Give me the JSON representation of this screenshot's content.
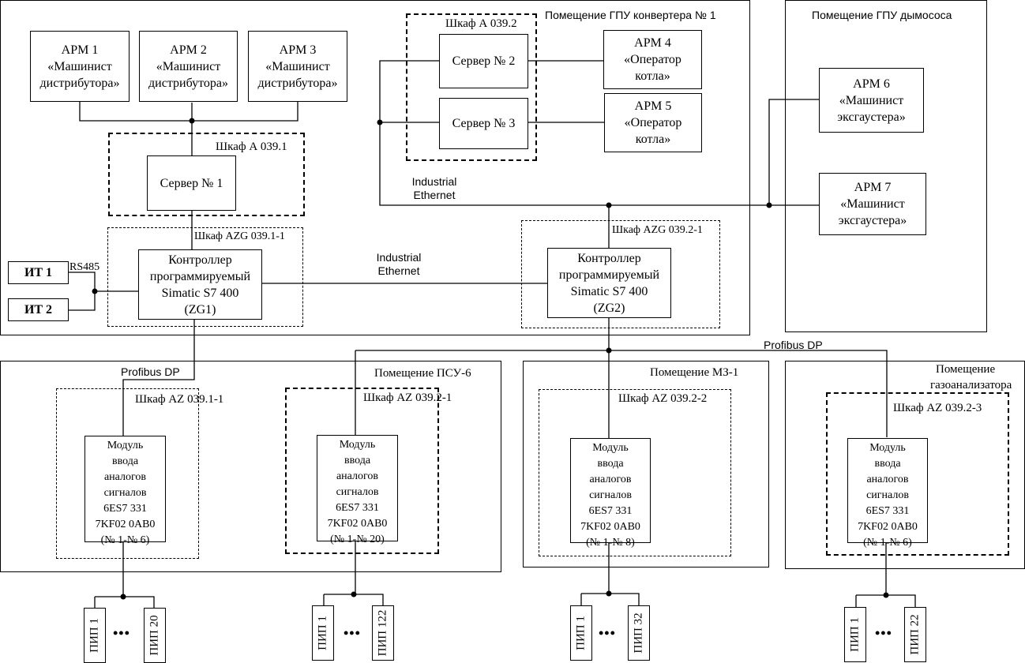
{
  "rooms": {
    "gpu_converter": "Помещение ГПУ конвертера № 1",
    "gpu_smoke": "Помещение ГПУ дымососа",
    "psu6": "Помещение ПСУ-6",
    "mz1": "Помещение МЗ-1",
    "gas_line1": "Помещение",
    "gas_line2": "газоанализатора"
  },
  "cabinets": {
    "a0391": "Шкаф А 039.1",
    "a0392": "Шкаф А 039.2",
    "azg0391": "Шкаф AZG 039.1-1",
    "azg0392": "Шкаф AZG 039.2-1",
    "az03911": "Шкаф AZ 039.1-1",
    "az03921": "Шкаф AZ 039.2-1",
    "az03922": "Шкаф AZ 039.2-2",
    "az03923": "Шкаф AZ 039.2-3"
  },
  "arm": [
    {
      "name": "АРМ 1",
      "role1": "«Машинист",
      "role2": "дистрибутора»"
    },
    {
      "name": "АРМ 2",
      "role1": "«Машинист",
      "role2": "дистрибутора»"
    },
    {
      "name": "АРМ 3",
      "role1": "«Машинист",
      "role2": "дистрибутора»"
    },
    {
      "name": "АРМ 4",
      "role1": "«Оператор",
      "role2": "котла»"
    },
    {
      "name": "АРМ 5",
      "role1": "«Оператор",
      "role2": "котла»"
    },
    {
      "name": "АРМ 6",
      "role1": "«Машинист",
      "role2": "эксгаустера»"
    },
    {
      "name": "АРМ 7",
      "role1": "«Машинист",
      "role2": "эксгаустера»"
    }
  ],
  "servers": [
    "Сервер № 1",
    "Сервер № 2",
    "Сервер № 3"
  ],
  "controllers": [
    {
      "l1": "Контроллер",
      "l2": "программируемый",
      "l3": "Simatic S7 400",
      "l4": "(ZG1)"
    },
    {
      "l1": "Контроллер",
      "l2": "программируемый",
      "l3": "Simatic S7 400",
      "l4": "(ZG2)"
    }
  ],
  "it": [
    "ИТ 1",
    "ИТ 2"
  ],
  "modules": [
    {
      "l1": "Модуль",
      "l2": "ввода",
      "l3": "аналогов",
      "l4": "сигналов",
      "l5": "6ES7 331",
      "l6": "7KF02 0AB0",
      "l7": "(№ 1-№ 6)"
    },
    {
      "l1": "Модуль",
      "l2": "ввода",
      "l3": "аналогов",
      "l4": "сигналов",
      "l5": "6ES7 331",
      "l6": "7KF02 0AB0",
      "l7": "(№ 1-№ 20)"
    },
    {
      "l1": "Модуль",
      "l2": "ввода",
      "l3": "аналогов",
      "l4": "сигналов",
      "l5": "6ES7 331",
      "l6": "7KF02 0AB0",
      "l7": "(№ 1-№ 8)"
    },
    {
      "l1": "Модуль",
      "l2": "ввода",
      "l3": "аналогов",
      "l4": "сигналов",
      "l5": "6ES7 331",
      "l6": "7KF02 0AB0",
      "l7": "(№ 1-№ 6)"
    }
  ],
  "sensors": [
    {
      "first": "ПИП 1",
      "last": "ПИП 20"
    },
    {
      "first": "ПИП 1",
      "last": "ПИП 122"
    },
    {
      "first": "ПИП 1",
      "last": "ПИП 32"
    },
    {
      "first": "ПИП 1",
      "last": "ПИП 22"
    }
  ],
  "ellipsis": "•••",
  "bus": {
    "ethernet1": "Industrial",
    "ethernet2": "Ethernet",
    "profibus": "Profibus DP",
    "rs485": "RS485"
  }
}
